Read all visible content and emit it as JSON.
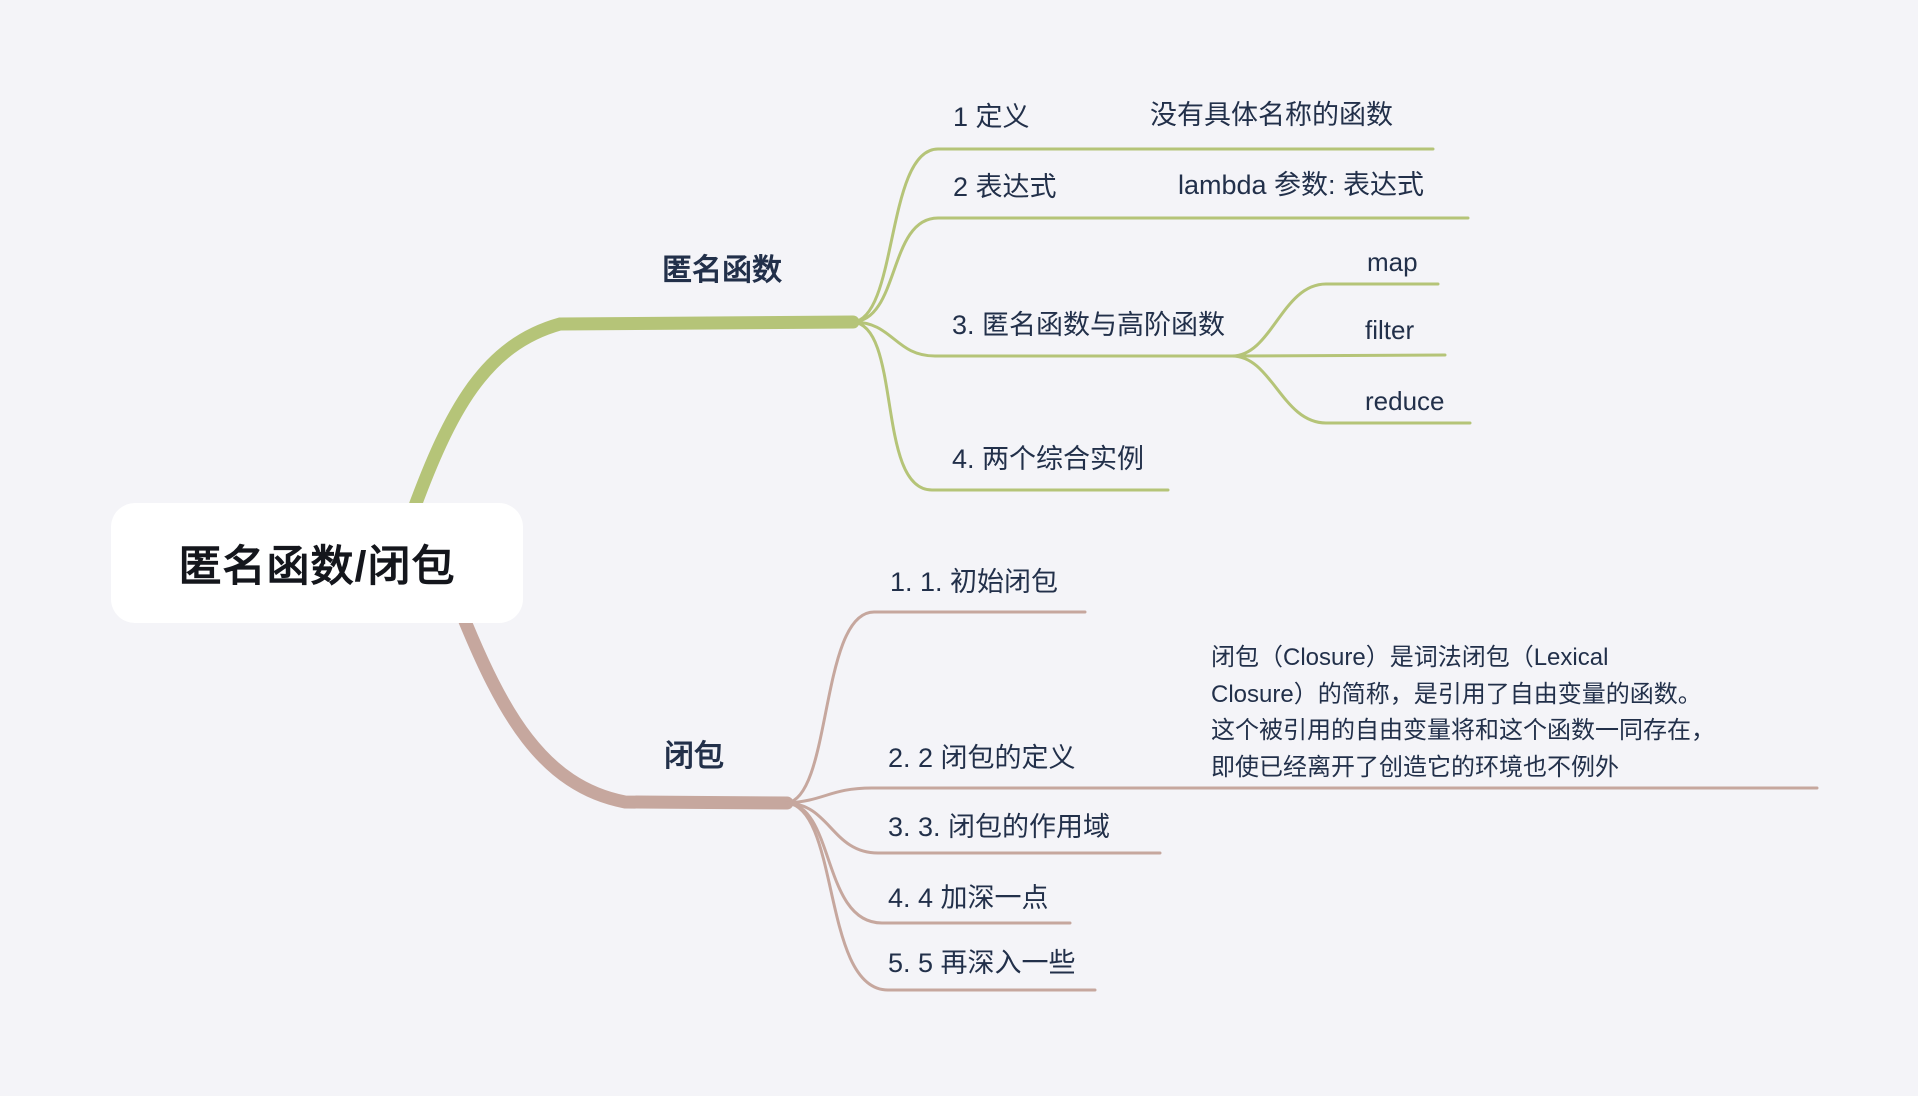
{
  "colors": {
    "background": "#f4f4f8",
    "text": "#22304a",
    "green": "#b5c478",
    "pink": "#c6a79e",
    "root_background": "#ffffff",
    "root_text": "#14161c"
  },
  "root": {
    "label": "匿名函数/闭包"
  },
  "branches": [
    {
      "label": "匿名函数",
      "color": "#b5c478",
      "children": [
        {
          "label": "1 定义",
          "note": "没有具体名称的函数"
        },
        {
          "label": "2 表达式",
          "note": "lambda 参数: 表达式"
        },
        {
          "label": "3. 匿名函数与高阶函数",
          "children": [
            {
              "label": "map"
            },
            {
              "label": "filter"
            },
            {
              "label": "reduce"
            }
          ]
        },
        {
          "label": "4. 两个综合实例"
        }
      ]
    },
    {
      "label": "闭包",
      "color": "#c6a79e",
      "children": [
        {
          "label": "1. 1. 初始闭包"
        },
        {
          "label": "2. 2 闭包的定义",
          "note": "闭包（Closure）是词法闭包（Lexical\nClosure）的简称，是引用了自由变量的函数。\n这个被引用的自由变量将和这个函数一同存在，\n即使已经离开了创造它的环境也不例外"
        },
        {
          "label": "3. 3. 闭包的作用域"
        },
        {
          "label": "4. 4 加深一点"
        },
        {
          "label": "5. 5 再深入一些"
        }
      ]
    }
  ]
}
